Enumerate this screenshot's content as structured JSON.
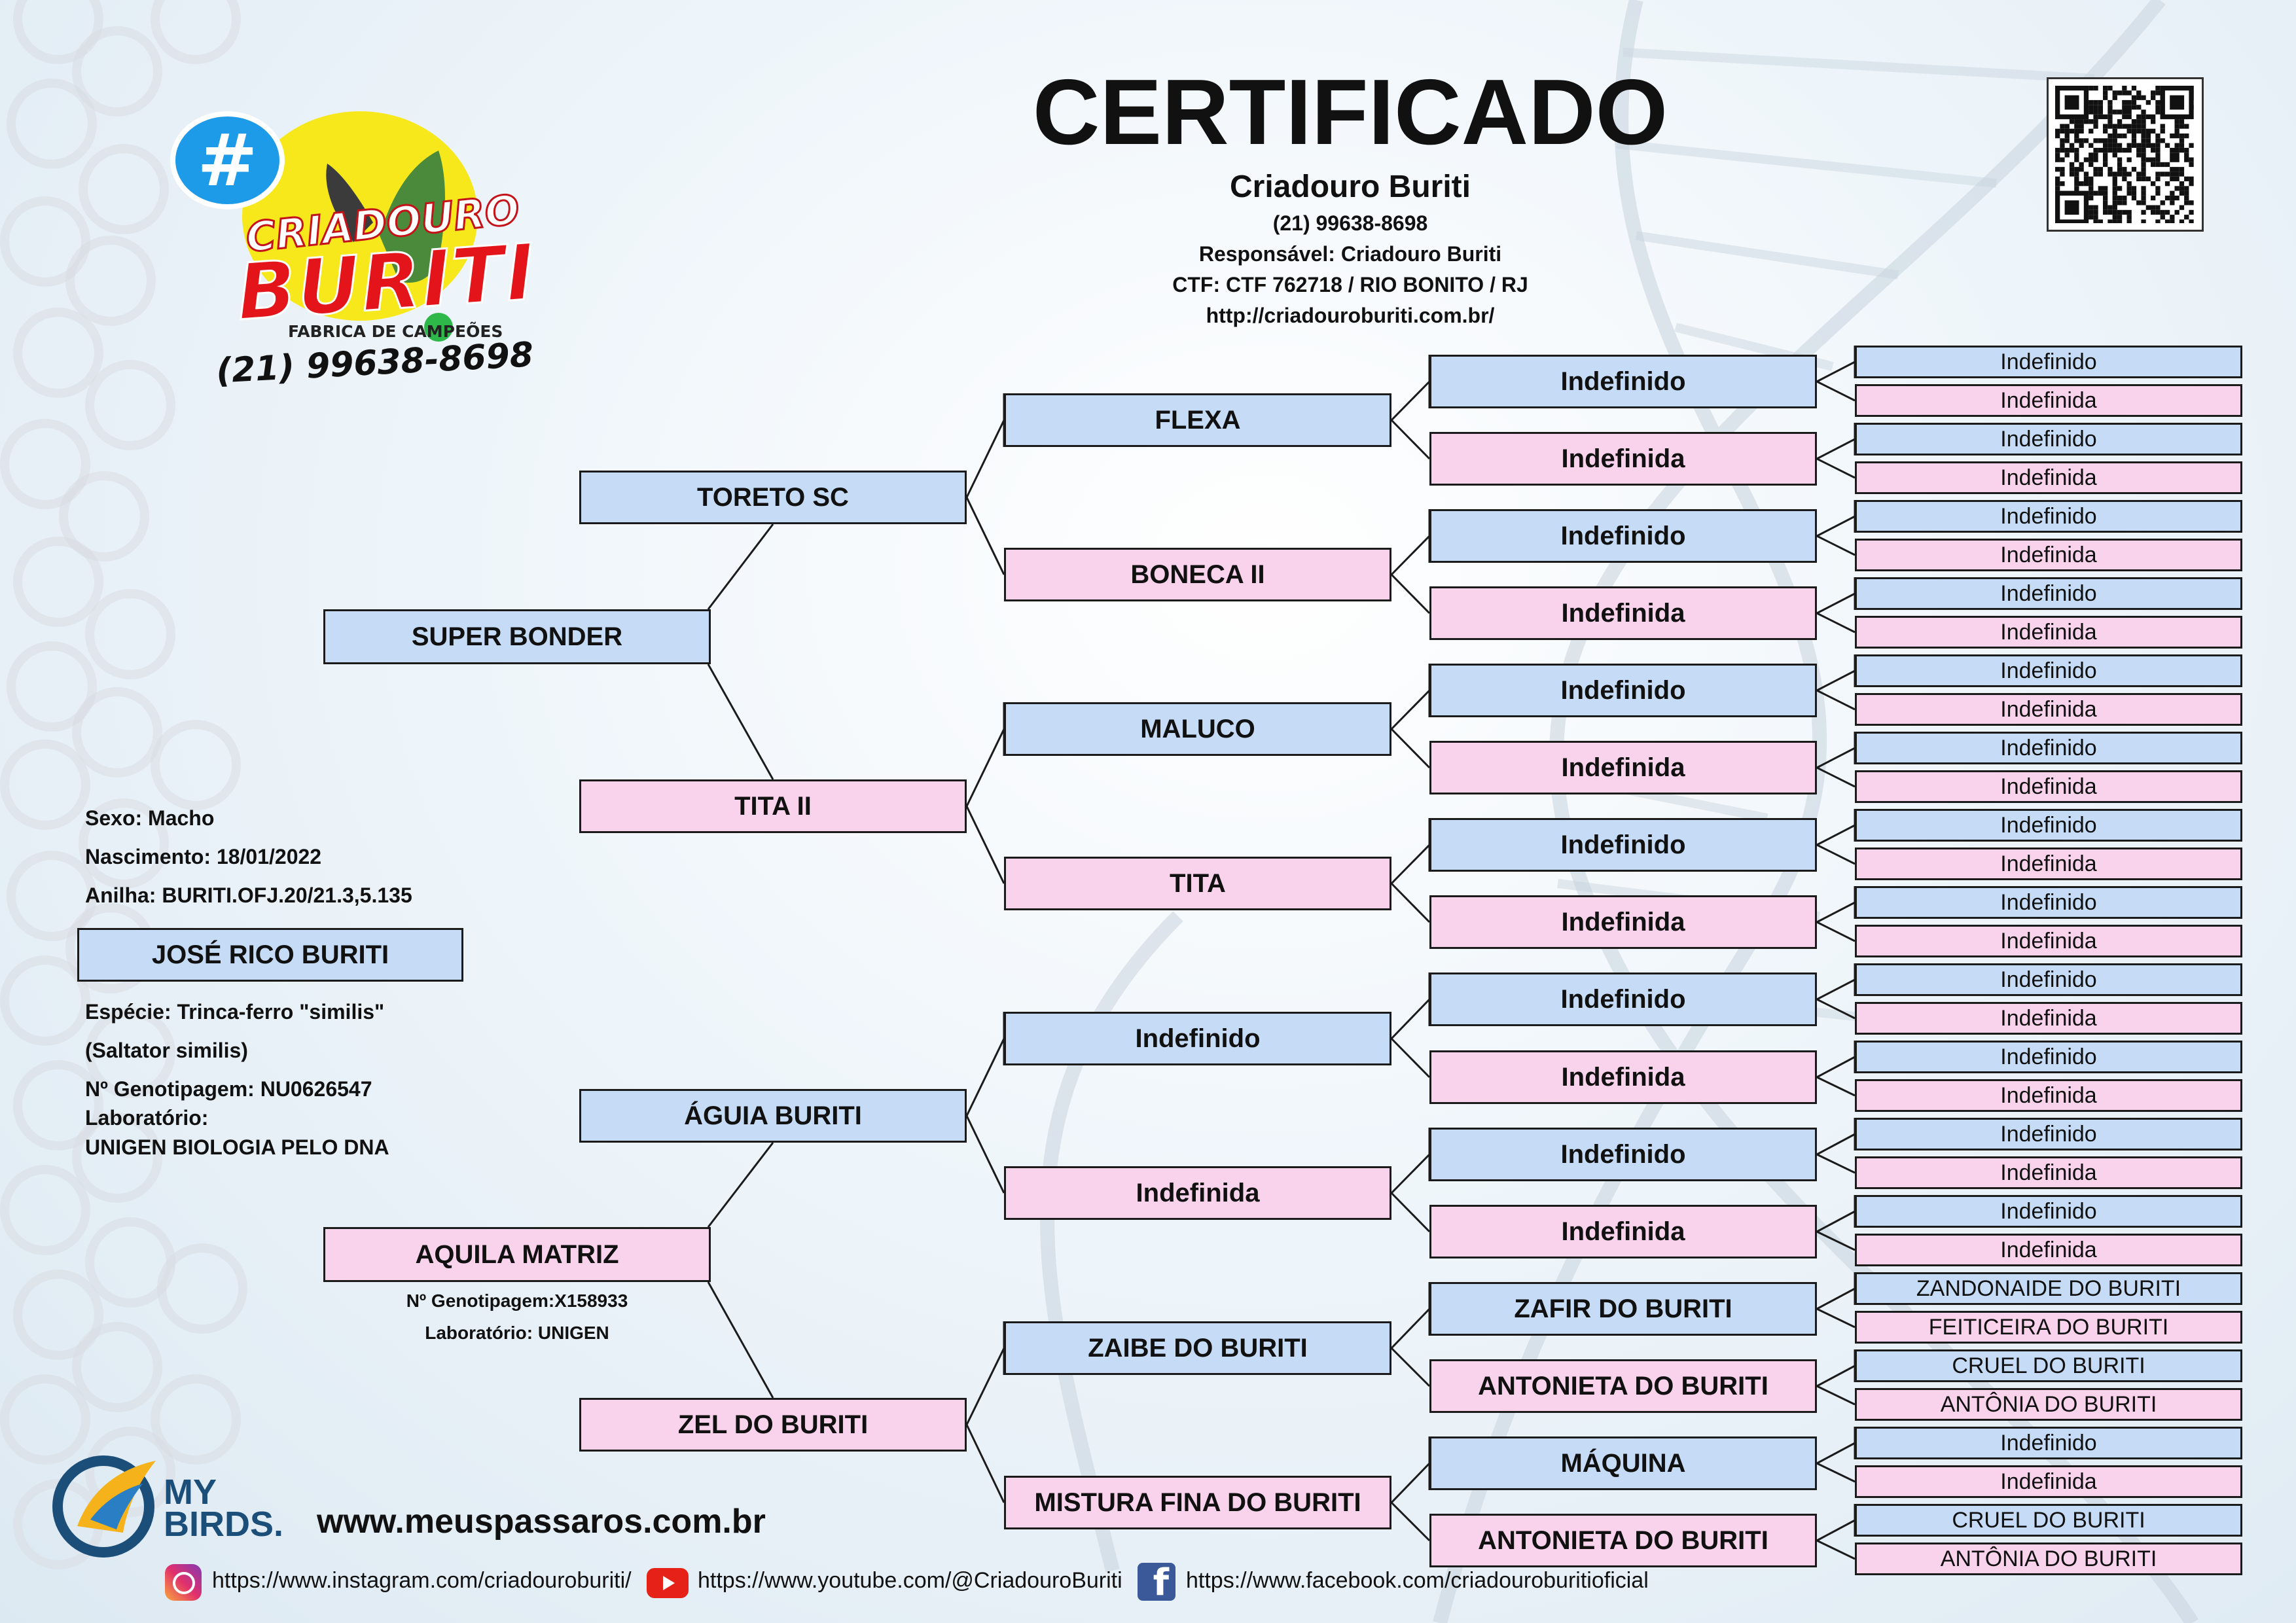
{
  "header": {
    "title": "CERTIFICADO",
    "breeder": "Criadouro Buriti",
    "phone": "(21) 99638-8698",
    "responsible": "Responsável: Criadouro Buriti",
    "ctf": "CTF: CTF 762718 / RIO BONITO / RJ",
    "url": "http://criadouroburiti.com.br/"
  },
  "logo": {
    "hash": "#",
    "line1": "CRIADOURO",
    "line2": "BURITI",
    "line3": "FABRICA DE CAMPEÕES",
    "phone": "(21) 99638-8698"
  },
  "bird": {
    "sex": "Sexo: Macho",
    "birth": "Nascimento: 18/01/2022",
    "ring": "Anilha: BURITI.OFJ.20/21.3,5.135",
    "name": "JOSÉ RICO BURITI",
    "species": "Espécie: Trinca-ferro \"similis\"",
    "scientific": "(Saltator similis)",
    "genotype": "Nº Genotipagem: NU0626547",
    "lab_label": "Laboratório:",
    "lab": "UNIGEN BIOLOGIA PELO DNA"
  },
  "mother_info": {
    "genotype": "Nº Genotipagem:X158933",
    "lab": "Laboratório: UNIGEN"
  },
  "pedigree": {
    "g1": [
      "SUPER BONDER",
      "AQUILA MATRIZ"
    ],
    "g2": [
      "TORETO SC",
      "TITA II",
      "ÁGUIA BURITI",
      "ZEL DO BURITI"
    ],
    "g3": [
      "FLEXA",
      "BONECA II",
      "MALUCO",
      "TITA",
      "Indefinido",
      "Indefinida",
      "ZAIBE DO BURITI",
      "MISTURA FINA DO BURITI"
    ],
    "g4": [
      "Indefinido",
      "Indefinida",
      "Indefinido",
      "Indefinida",
      "Indefinido",
      "Indefinida",
      "Indefinido",
      "Indefinida",
      "Indefinido",
      "Indefinida",
      "Indefinido",
      "Indefinida",
      "ZAFIR DO BURITI",
      "ANTONIETA DO BURITI",
      "MÁQUINA",
      "ANTONIETA DO BURITI"
    ],
    "g5": [
      "Indefinido",
      "Indefinida",
      "Indefinido",
      "Indefinida",
      "Indefinido",
      "Indefinida",
      "Indefinido",
      "Indefinida",
      "Indefinido",
      "Indefinida",
      "Indefinido",
      "Indefinida",
      "Indefinido",
      "Indefinida",
      "Indefinido",
      "Indefinida",
      "Indefinido",
      "Indefinida",
      "Indefinido",
      "Indefinida",
      "Indefinido",
      "Indefinida",
      "Indefinido",
      "Indefinida",
      "ZANDONAIDE DO BURITI",
      "FEITICEIRA DO BURITI",
      "CRUEL DO BURITI",
      "ANTÔNIA DO BURITI",
      "Indefinido",
      "Indefinida",
      "CRUEL DO BURITI",
      "ANTÔNIA DO BURITI"
    ]
  },
  "footer": {
    "brand_top": "MY",
    "brand_bottom": "BIRDS.",
    "website": "www.meuspassaros.com.br",
    "instagram": "https://www.instagram.com/criadouroburiti/",
    "youtube": "https://www.youtube.com/@CriadouroBuriti",
    "facebook": "https://www.facebook.com/criadouroburitioficial"
  },
  "colors": {
    "male": "#c6dcf6",
    "female": "#f9d3ec",
    "border": "#1b1b1b",
    "logo_yellow": "#f7e81c",
    "logo_red": "#e3151b",
    "logo_blue": "#1e9be8"
  }
}
